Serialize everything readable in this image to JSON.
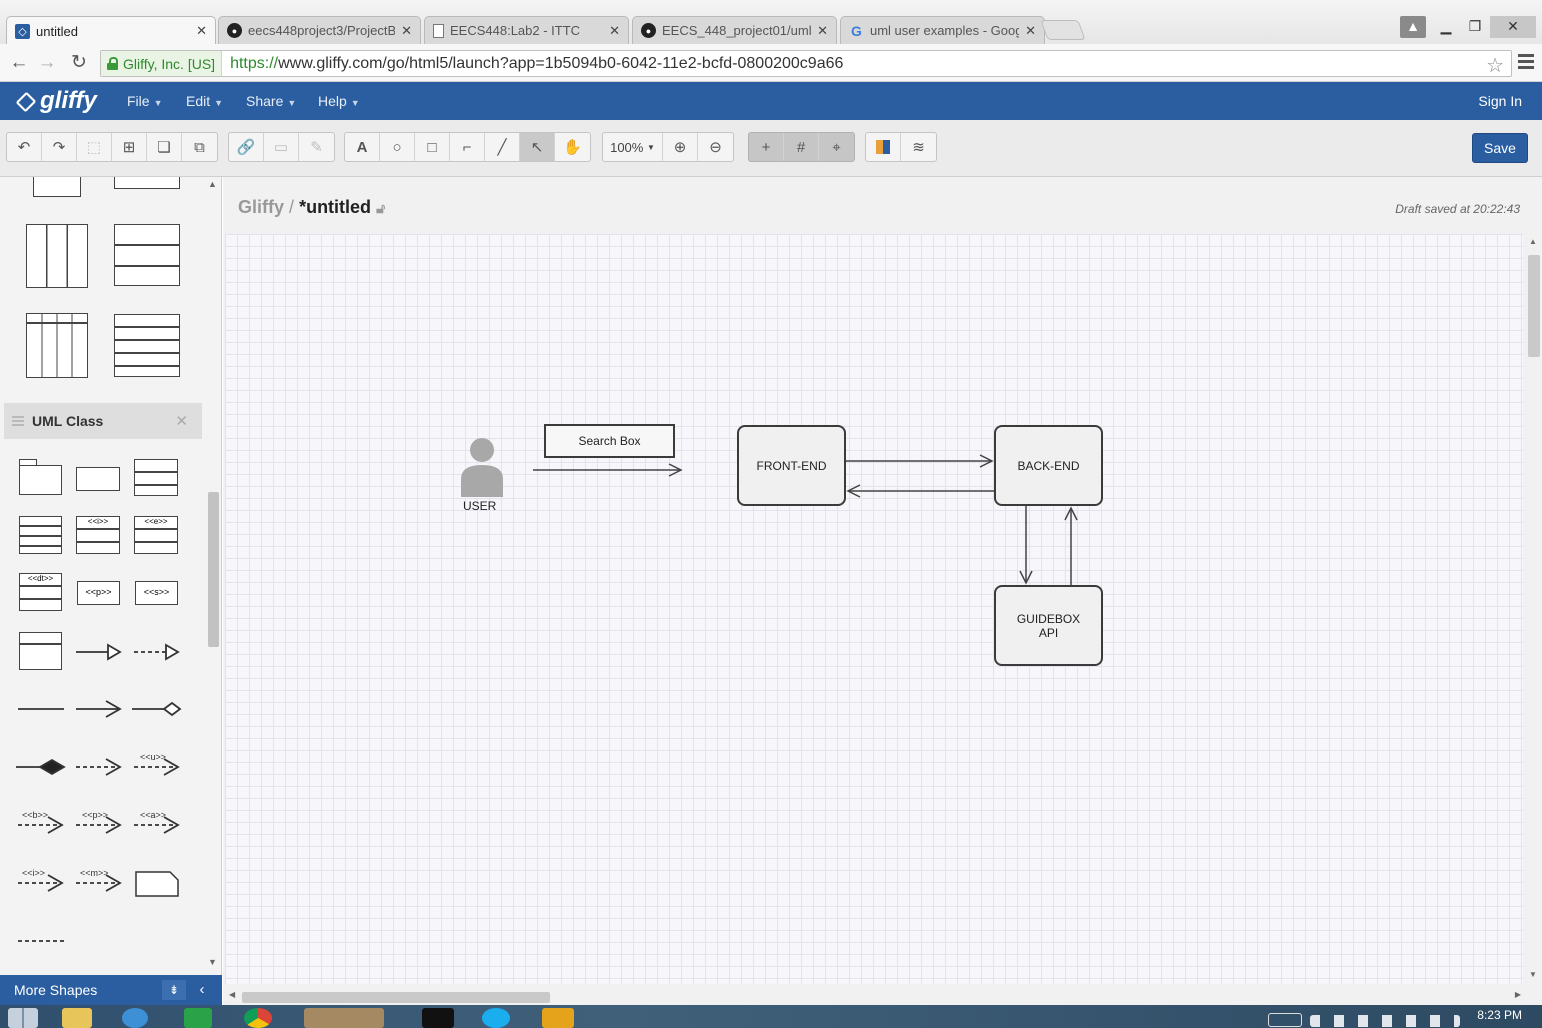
{
  "browser": {
    "tabs": [
      {
        "label": "untitled",
        "icon": "gliffy-icon",
        "active": true
      },
      {
        "label": "eecs448project3/ProjectB",
        "icon": "github-icon"
      },
      {
        "label": "EECS448:Lab2 - ITTC",
        "icon": "page-icon"
      },
      {
        "label": "EECS_448_project01/uml-",
        "icon": "github-icon"
      },
      {
        "label": "uml user examples - Goog",
        "icon": "google-icon"
      }
    ],
    "security_label": "Gliffy, Inc. [US]",
    "url_scheme": "https://",
    "url_rest": "www.gliffy.com/go/html5/launch?app=1b5094b0-6042-11e2-bcfd-0800200c9a66"
  },
  "app": {
    "logo": "gliffy",
    "menus": [
      "File",
      "Edit",
      "Share",
      "Help"
    ],
    "sign_in": "Sign In",
    "save_label": "Save",
    "zoom": "100%",
    "brand_color": "#2a5ea1"
  },
  "document": {
    "breadcrumb_root": "Gliffy",
    "separator": "/",
    "title": "*untitled",
    "draft_status": "Draft saved at 20:22:43"
  },
  "panel": {
    "section_title": "UML Class",
    "more_shapes": "More Shapes",
    "stereotypes": [
      "<<i>>",
      "<<e>>",
      "<<dt>>",
      "<<p>>",
      "<<s>>",
      "<<u>>",
      "<<b>>",
      "<<p>>",
      "<<a>>",
      "<<i>>",
      "<<m>>"
    ]
  },
  "diagram": {
    "user_label": "USER",
    "search_box": "Search Box",
    "front_end": "FRONT-END",
    "back_end": "BACK-END",
    "guidebox_api_line1": "GUIDEBOX",
    "guidebox_api_line2": "API"
  },
  "taskbar": {
    "clock": "8:23 PM"
  }
}
